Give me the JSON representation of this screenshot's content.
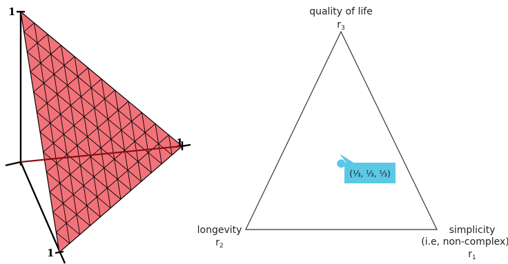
{
  "simplex_3d": {
    "axis_labels": [
      "1",
      "1",
      "1"
    ],
    "fill_color": "#f2727a",
    "mesh_color": "#000000",
    "mesh_divisions": 12
  },
  "ternary": {
    "vertices": {
      "top": {
        "label": "quality of life",
        "var": "r",
        "sub": "3"
      },
      "left": {
        "label": "longevity",
        "var": "r",
        "sub": "2"
      },
      "right": {
        "label": "simplicity",
        "label2": "(i.e, non-complex)",
        "var": "r",
        "sub": "1"
      }
    },
    "point": {
      "r1": 0.3333,
      "r2": 0.3333,
      "r3": 0.3333,
      "label": "(⅓, ⅓, ⅓)"
    },
    "point_color": "#5bc8e6"
  }
}
